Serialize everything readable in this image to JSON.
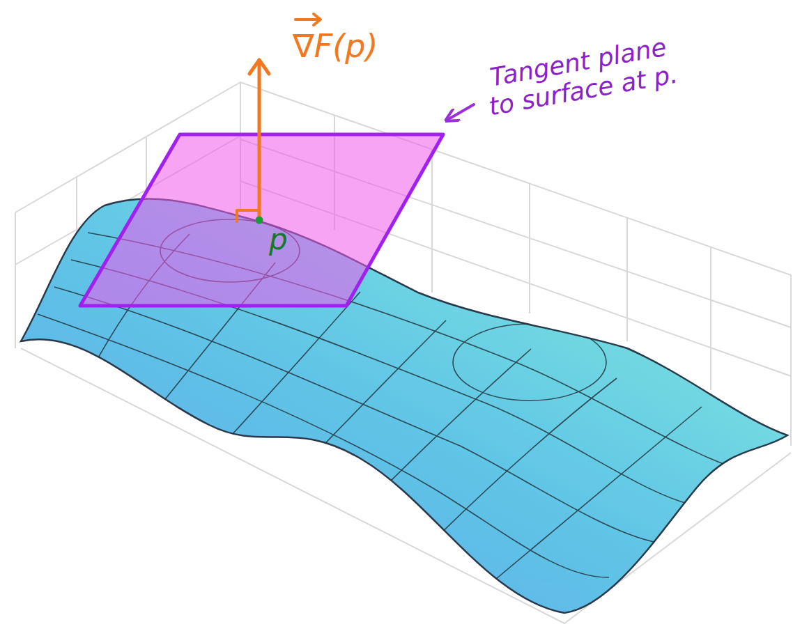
{
  "diagram": {
    "labels": [
      "∇F(p)",
      "p",
      "Tangent plane to surface at p."
    ]
  }
}
